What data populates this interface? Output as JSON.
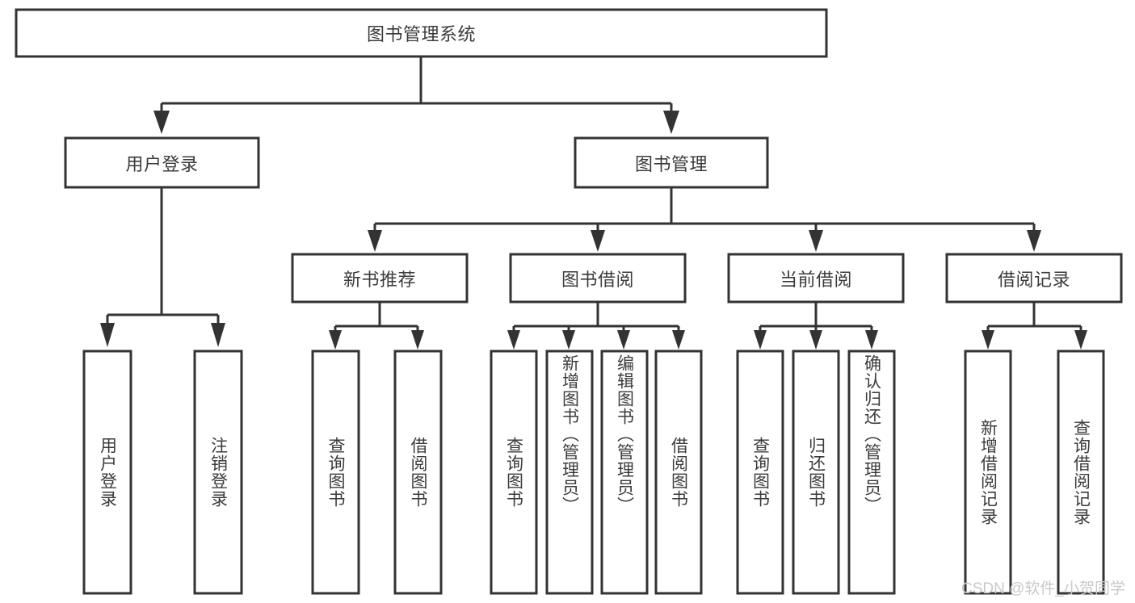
{
  "diagram": {
    "type": "tree-hierarchy",
    "title": "图书管理系统",
    "orientation": "top-down",
    "levels": 4,
    "colors": {
      "box_stroke": "#333333",
      "box_fill": "#ffffff",
      "text": "#3b3b3b",
      "connector": "#333333",
      "watermark": "#c9c9c9",
      "background": "#ffffff"
    },
    "root": {
      "label": "图书管理系统"
    },
    "level2": [
      {
        "label": "用户登录"
      },
      {
        "label": "图书管理"
      }
    ],
    "level3": [
      {
        "label": "新书推荐"
      },
      {
        "label": "图书借阅"
      },
      {
        "label": "当前借阅"
      },
      {
        "label": "借阅记录"
      }
    ],
    "leaves": {
      "user_login": [
        {
          "label": "用户登录"
        },
        {
          "label": "注销登录"
        }
      ],
      "new_book_recommend": [
        {
          "label": "查询图书"
        },
        {
          "label": "借阅图书"
        }
      ],
      "book_borrow": [
        {
          "label": "查询图书"
        },
        {
          "label": "新增图书（管理员）"
        },
        {
          "label": "编辑图书（管理员）"
        },
        {
          "label": "借阅图书"
        }
      ],
      "current_borrow": [
        {
          "label": "查询图书"
        },
        {
          "label": "归还图书"
        },
        {
          "label": "确认归还（管理员）"
        }
      ],
      "borrow_record": [
        {
          "label": "新增借阅记录"
        },
        {
          "label": "查询借阅记录"
        }
      ]
    },
    "watermark": "CSDN @软件_小贺同学"
  }
}
